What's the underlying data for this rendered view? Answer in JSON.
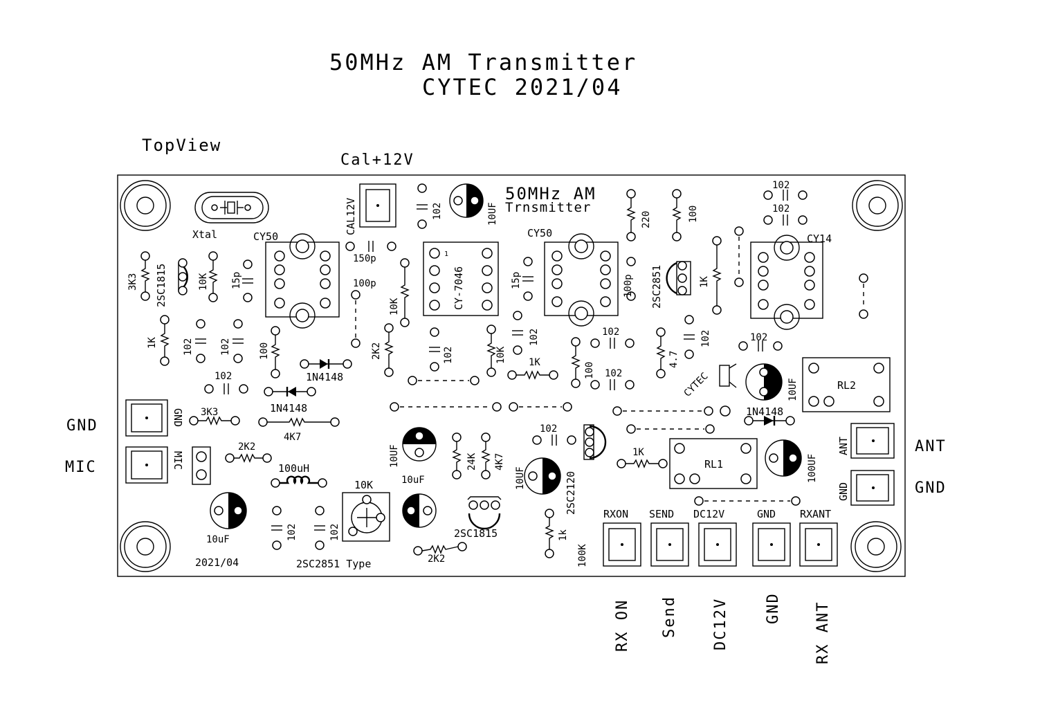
{
  "title": {
    "line1": "50MHz AM Transmitter",
    "line2": "CYTEC  2021/04"
  },
  "view_label": "TopView",
  "cal_label": "Cal+12V",
  "board": {
    "board_title_1": "50MHz AM",
    "board_title_2": "Trnsmitter",
    "date": "2021/04",
    "type_label": "2SC2851 Type",
    "cytec_mark": "CYTEC"
  },
  "external_left": [
    "GND",
    "MIC"
  ],
  "external_right": [
    "ANT",
    "GND"
  ],
  "bottom_connectors": {
    "board_labels": [
      "RXON",
      "SEND",
      "DC12V",
      "GND",
      "RXANT"
    ],
    "vertical_labels": [
      "RX ON",
      "Send",
      "DC12V",
      "GND",
      "RX ANT"
    ]
  },
  "components": {
    "xtal": "Xtal",
    "coil1": "CY50",
    "coil2": "CY50",
    "coil3": "CY14",
    "ic": "CY-7046",
    "ic_pin1": "1",
    "cal_conn": "CAL12V",
    "relay1": "RL1",
    "relay2": "RL2",
    "trimmer": "10K",
    "inductor": "100uH",
    "tr1": "2SC1815",
    "tr2": "2SC2851",
    "tr3": "2SC2120",
    "tr4": "2SC1815",
    "diode1": "1N4148",
    "diode2": "1N4148",
    "diode3": "1N4148",
    "gnd_conn": "GND",
    "mic_conn": "MIC",
    "ant_conn": "ANT",
    "gnd_conn2": "GND"
  },
  "values": {
    "r_3k3_a": "3K3",
    "r_10k_a": "10K",
    "c_15p_a": "15p",
    "c_150p": "150p",
    "c_100p_a": "100p",
    "c_102_a": "102",
    "c_10uf_a": "10UF",
    "r_10k_b": "10K",
    "c_15p_b": "15p",
    "r_220": "220",
    "r_100_a": "100",
    "c_100p_b": "100p",
    "r_1k_a": "1K",
    "c_102_b": "102",
    "c_102_c": "102",
    "r_1k_b": "1K",
    "c_102_d": "102",
    "c_102_e": "102",
    "r_100_b": "100",
    "c_102_f": "102",
    "r_2k2_a": "2K2",
    "c_102_g": "102",
    "r_10k_c": "10K",
    "c_102_h": "102",
    "r_1k_c": "1K",
    "r_100_c": "100",
    "c_102_i": "102",
    "c_102_j": "102",
    "r_4_7": "4.7",
    "c_102_k": "102",
    "c_102_l": "102",
    "c_10uf_b": "10UF",
    "r_3k3_b": "3K3",
    "r_4k7_a": "4K7",
    "r_2k2_b": "2K2",
    "c_10uf_c": "10UF",
    "c_10uf_d": "10uF",
    "r_24k": "24K",
    "r_4k7_b": "4K7",
    "c_102_m": "102",
    "c_10uf_e": "10UF",
    "r_1k_d": "1K",
    "c_100uf": "100UF",
    "c_10uf_f": "10uF",
    "c_102_n": "102",
    "c_102_o": "102",
    "r_1k_e": "1k",
    "r_100k": "100K",
    "r_2k2_c": "2K2"
  }
}
